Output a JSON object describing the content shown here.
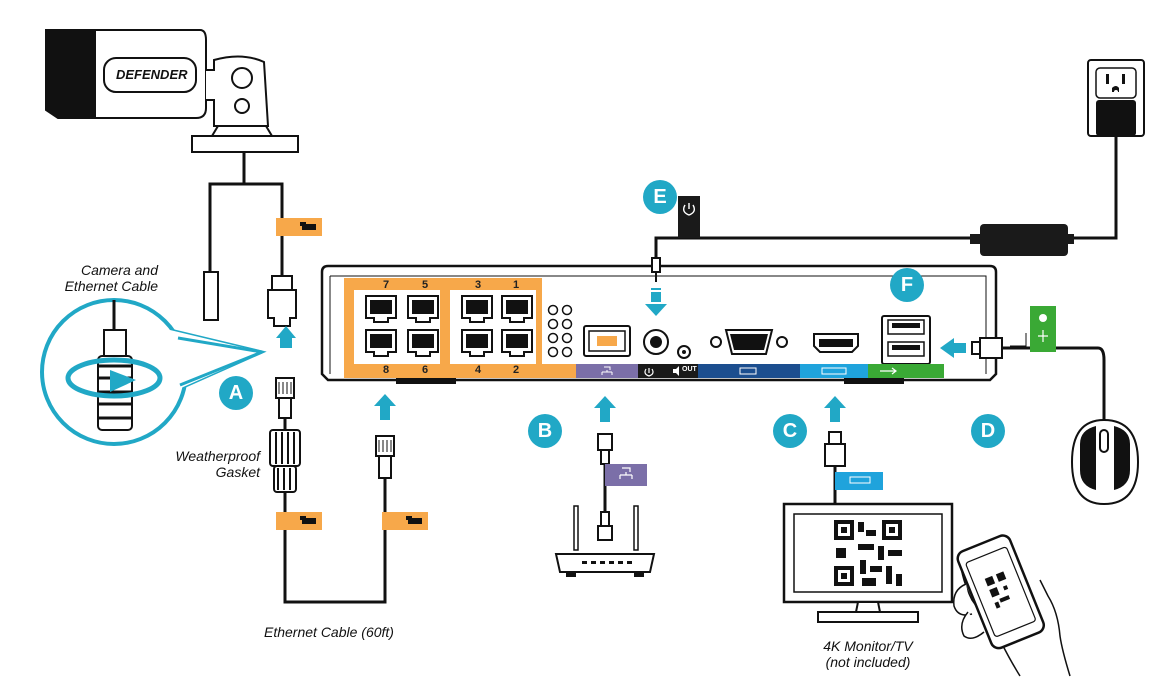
{
  "labels": {
    "camera_cable_line1": "Camera and",
    "camera_cable_line2": "Ethernet Cable",
    "gasket_line1": "Weatherproof",
    "gasket_line2": "Gasket",
    "ethernet_cable": "Ethernet Cable (60ft)",
    "monitor_line1": "4K Monitor/TV",
    "monitor_line2": "(not included)"
  },
  "badges": {
    "a": "A",
    "b": "B",
    "c": "C",
    "d": "D",
    "e": "E",
    "f": "F"
  },
  "camera_logo": "DEFENDER",
  "ports_top": [
    "7",
    "5",
    "3",
    "1"
  ],
  "ports_bottom": [
    "8",
    "6",
    "4",
    "2"
  ],
  "audio_out_label": "OUT",
  "colors": {
    "accent_teal": "#21a8c6",
    "poe_orange": "#f7a84a",
    "lan_purple": "#7b6fa8",
    "power_black": "#1a1a1a",
    "vga_blue": "#1c4e8f",
    "hdmi_cyan": "#1fa3dc",
    "usb_green": "#3aa935"
  }
}
